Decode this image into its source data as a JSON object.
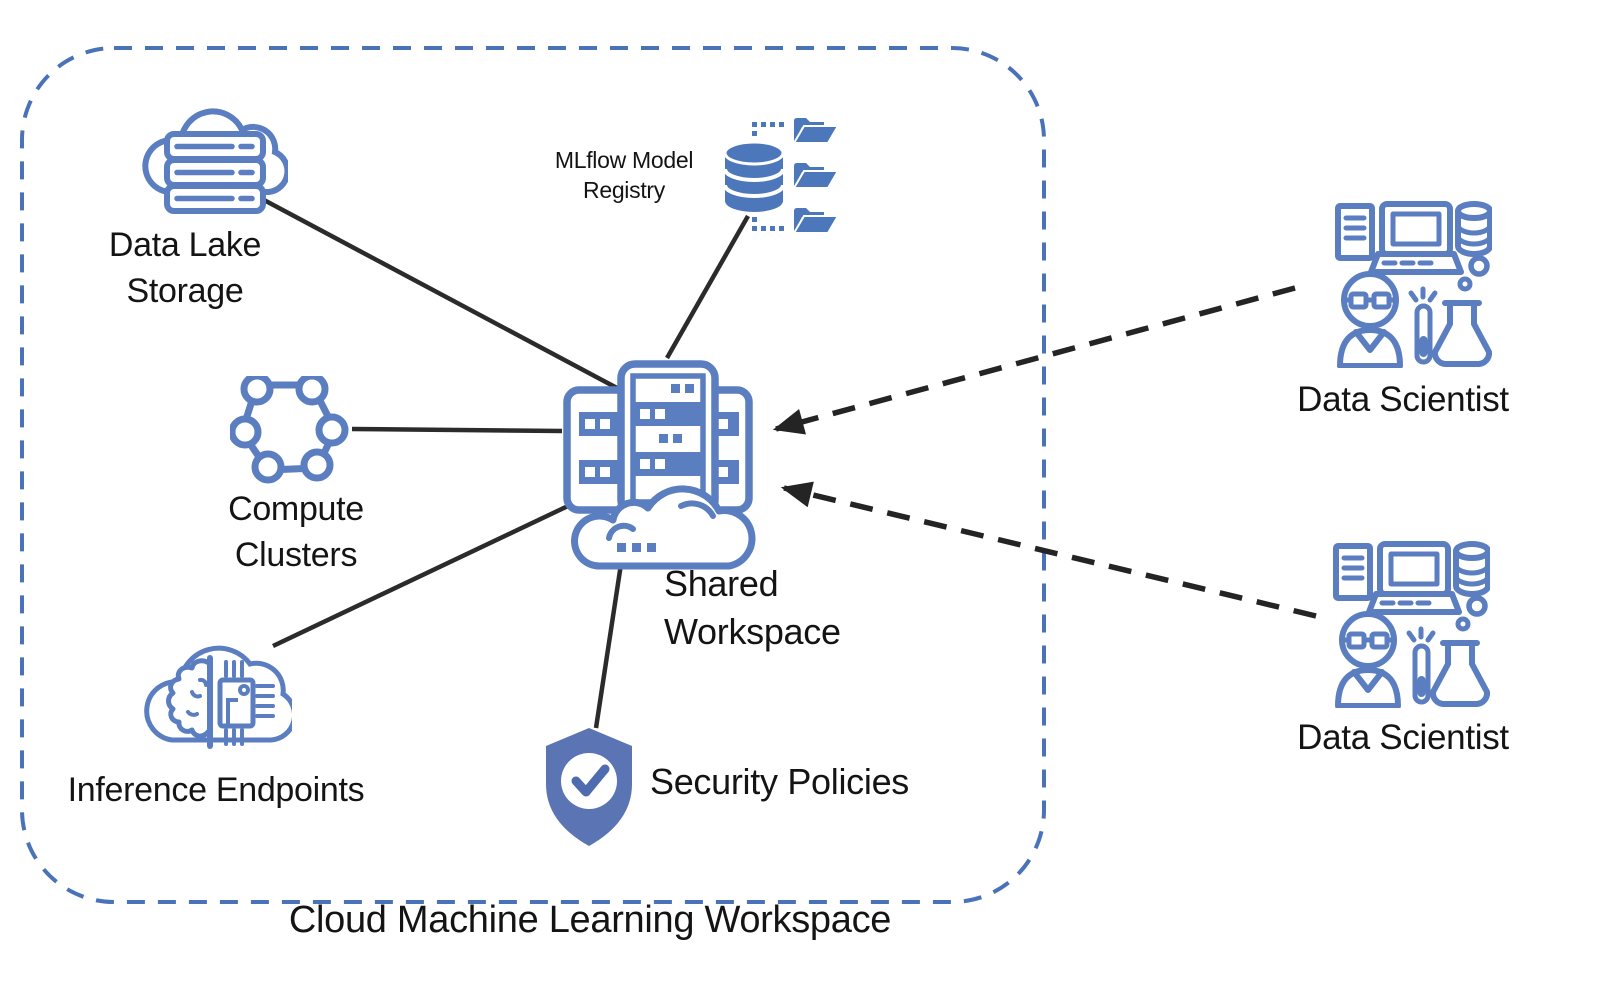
{
  "diagram": {
    "boundary": {
      "label": "Cloud Machine Learning Workspace"
    },
    "nodes": {
      "data_lake": {
        "line1": "Data Lake",
        "line2": "Storage",
        "icon": "cloud-server-icon"
      },
      "mlflow": {
        "line1": "MLflow Model",
        "line2": "Registry",
        "icon": "database-folders-icon"
      },
      "compute": {
        "line1": "Compute",
        "line2": "Clusters",
        "icon": "hexagon-cluster-icon"
      },
      "inference": {
        "label": "Inference Endpoints",
        "icon": "cloud-brain-chip-icon"
      },
      "workspace": {
        "line1": "Shared",
        "line2": "Workspace",
        "icon": "server-racks-cloud-icon"
      },
      "security": {
        "label": "Security Policies",
        "icon": "shield-check-icon"
      },
      "scientist_top": {
        "label": "Data Scientist",
        "icon": "data-scientist-icon"
      },
      "scientist_bottom": {
        "label": "Data Scientist",
        "icon": "data-scientist-icon"
      }
    },
    "edges": [
      {
        "from": "data_lake",
        "to": "workspace",
        "style": "solid"
      },
      {
        "from": "mlflow",
        "to": "workspace",
        "style": "solid"
      },
      {
        "from": "compute",
        "to": "workspace",
        "style": "solid"
      },
      {
        "from": "inference",
        "to": "workspace",
        "style": "solid"
      },
      {
        "from": "security",
        "to": "workspace",
        "style": "solid"
      },
      {
        "from": "scientist_top",
        "to": "workspace",
        "style": "dashed-arrow"
      },
      {
        "from": "scientist_bottom",
        "to": "workspace",
        "style": "dashed-arrow"
      }
    ],
    "colors": {
      "icon_outline": "#5b7ec1",
      "icon_fill": "#4d77bb",
      "shield_fill": "#5a74b4",
      "shield_check": "#4e6cae",
      "boundary_stroke": "#4a72b8",
      "connector": "#2b2b2b",
      "text": "#141414"
    }
  }
}
